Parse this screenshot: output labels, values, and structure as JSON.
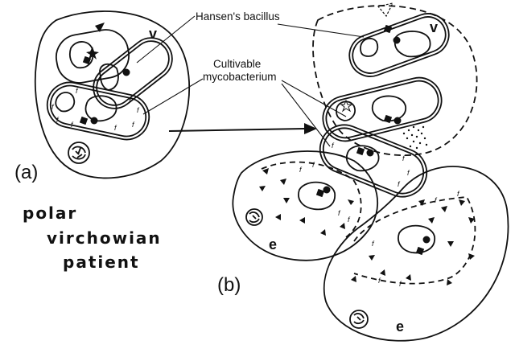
{
  "labels": {
    "hansen": "Hansen's bacillus",
    "cultivable_line1": "Cultivable",
    "cultivable_line2": "mycobacterium",
    "panel_a": "(a)",
    "panel_b": "(b)",
    "patient_line1": "polar",
    "patient_line2": "virchowian",
    "patient_line3": "patient",
    "v_top_left": "v",
    "v_top_right": "v",
    "e_mid_left": "e",
    "e_bottom_right": "e",
    "f_mark": "f"
  },
  "colors": {
    "ink": "#111111",
    "background": "#ffffff"
  }
}
